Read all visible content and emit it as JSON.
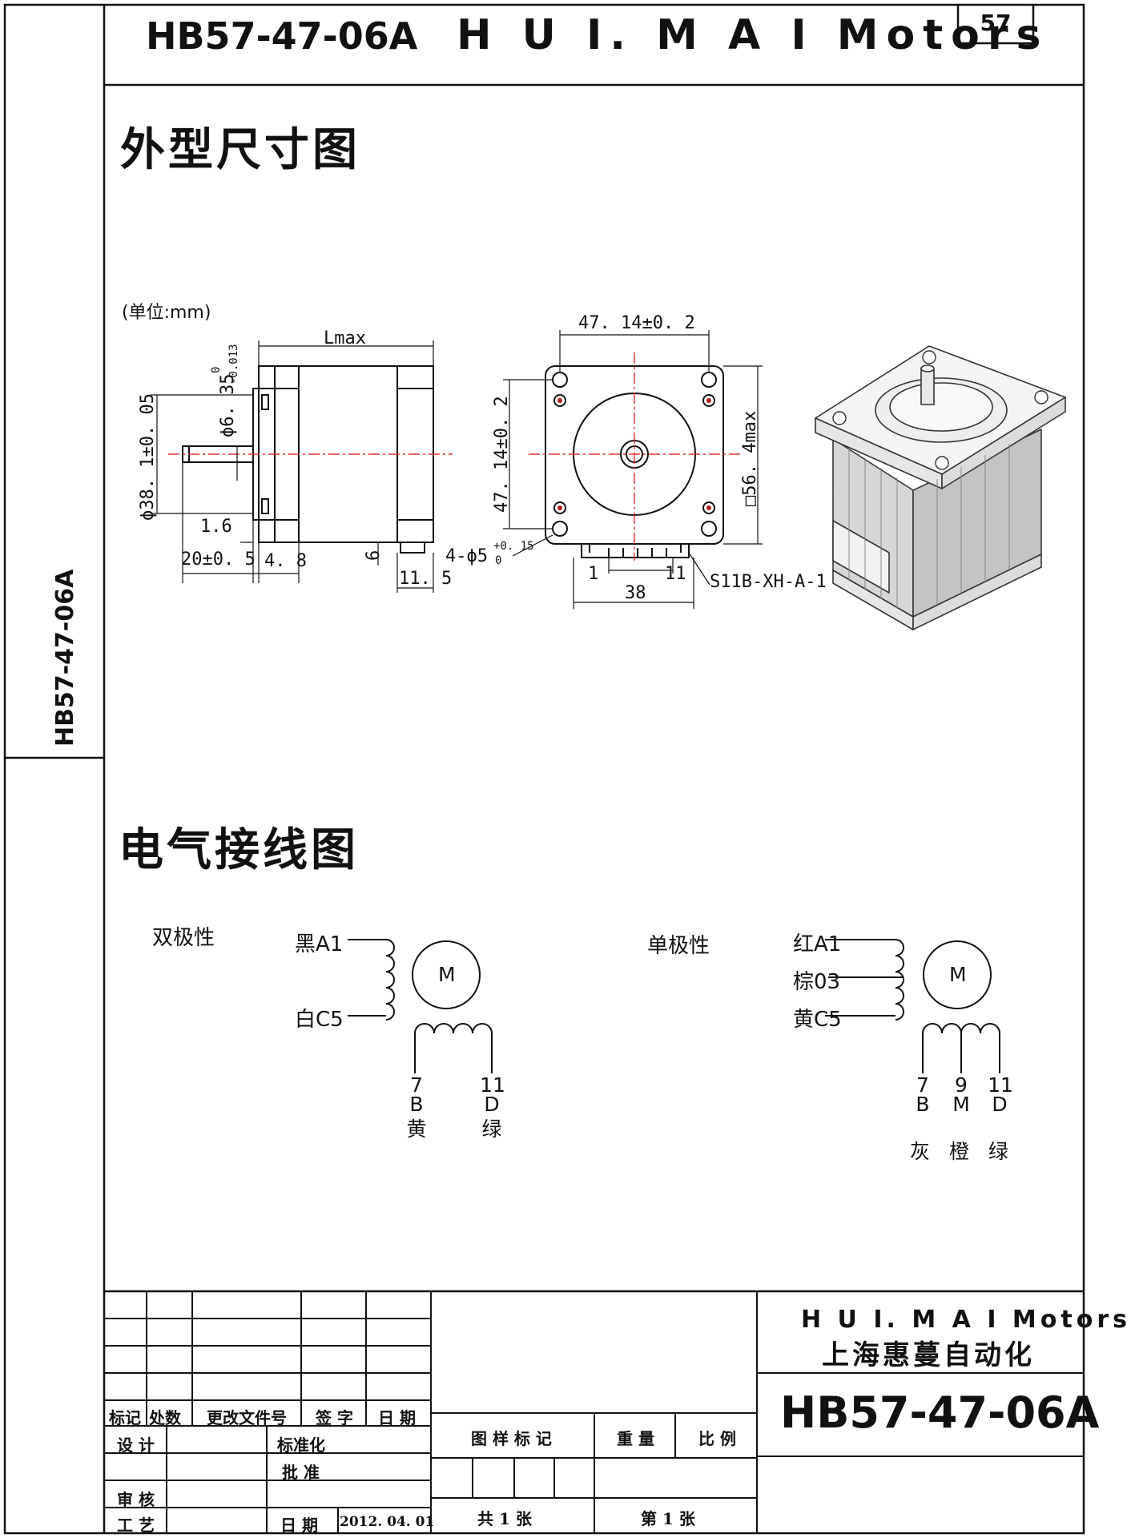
{
  "header": {
    "model": "HB57-47-06A",
    "brand": "H U I. M A I  Motors",
    "page_number": "57"
  },
  "side_label": "HB57-47-06A",
  "sections": {
    "dimensions_title": "外型尺寸图",
    "wiring_title": "电气接线图"
  },
  "dimensions": {
    "unit": "(单位:mm)",
    "lmax": "Lmax",
    "shaft_dia_label": "ϕ6. 35",
    "shaft_tol_upper": "0",
    "shaft_tol_lower": "-0.013",
    "pilot_dia": "ϕ38. 1±0. 05",
    "flange_thickness": "1.6",
    "shaft_length": "20±0. 5",
    "pilot_depth": "4. 8",
    "connector_h": "6",
    "connector_w": "11. 5",
    "hole_spacing_h": "47. 14±0. 2",
    "hole_spacing_v": "47. 14±0. 2",
    "square_size": "□56. 4max",
    "holes_label": "4-ϕ5",
    "holes_tol_upper": "+0. 15",
    "holes_tol_lower": "0",
    "pin_first": "1",
    "pin_last": "11",
    "connector_width": "38",
    "connector_model": "S11B-XH-A-1"
  },
  "wiring": {
    "bipolar": {
      "title": "双极性",
      "top_lead": "黑A1",
      "bottom_lead": "白C5",
      "motor": "M",
      "leads": [
        {
          "pin": "7",
          "letter": "B",
          "color": "黄"
        },
        {
          "pin": "11",
          "letter": "D",
          "color": "绿"
        }
      ]
    },
    "unipolar": {
      "title": "单极性",
      "top_lead": "红A1",
      "mid_lead": "棕03",
      "bottom_lead": "黄C5",
      "motor": "M",
      "leads": [
        {
          "pin": "7",
          "letter": "B"
        },
        {
          "pin": "9",
          "letter": "M"
        },
        {
          "pin": "11",
          "letter": "D"
        }
      ],
      "colors": "灰 橙 绿"
    }
  },
  "title_block": {
    "headers": [
      "标记",
      "处数",
      "更改文件号",
      "签 字",
      "日 期"
    ],
    "rows": {
      "design": "设 计",
      "standardization": "标准化",
      "approve": "批 准",
      "review": "审 核",
      "process": "工 艺",
      "date_label": "日 期",
      "date_value": "2012. 04. 01"
    },
    "mid": {
      "drawing_mark": "图 样 标 记",
      "weight": "重 量",
      "scale": "比 例",
      "total_sheets": "共 1 张",
      "sheet_no": "第 1 张"
    },
    "brand": "H U I. M A I  Motors",
    "company": "上海惠蔓自动化",
    "model": "HB57-47-06A"
  }
}
